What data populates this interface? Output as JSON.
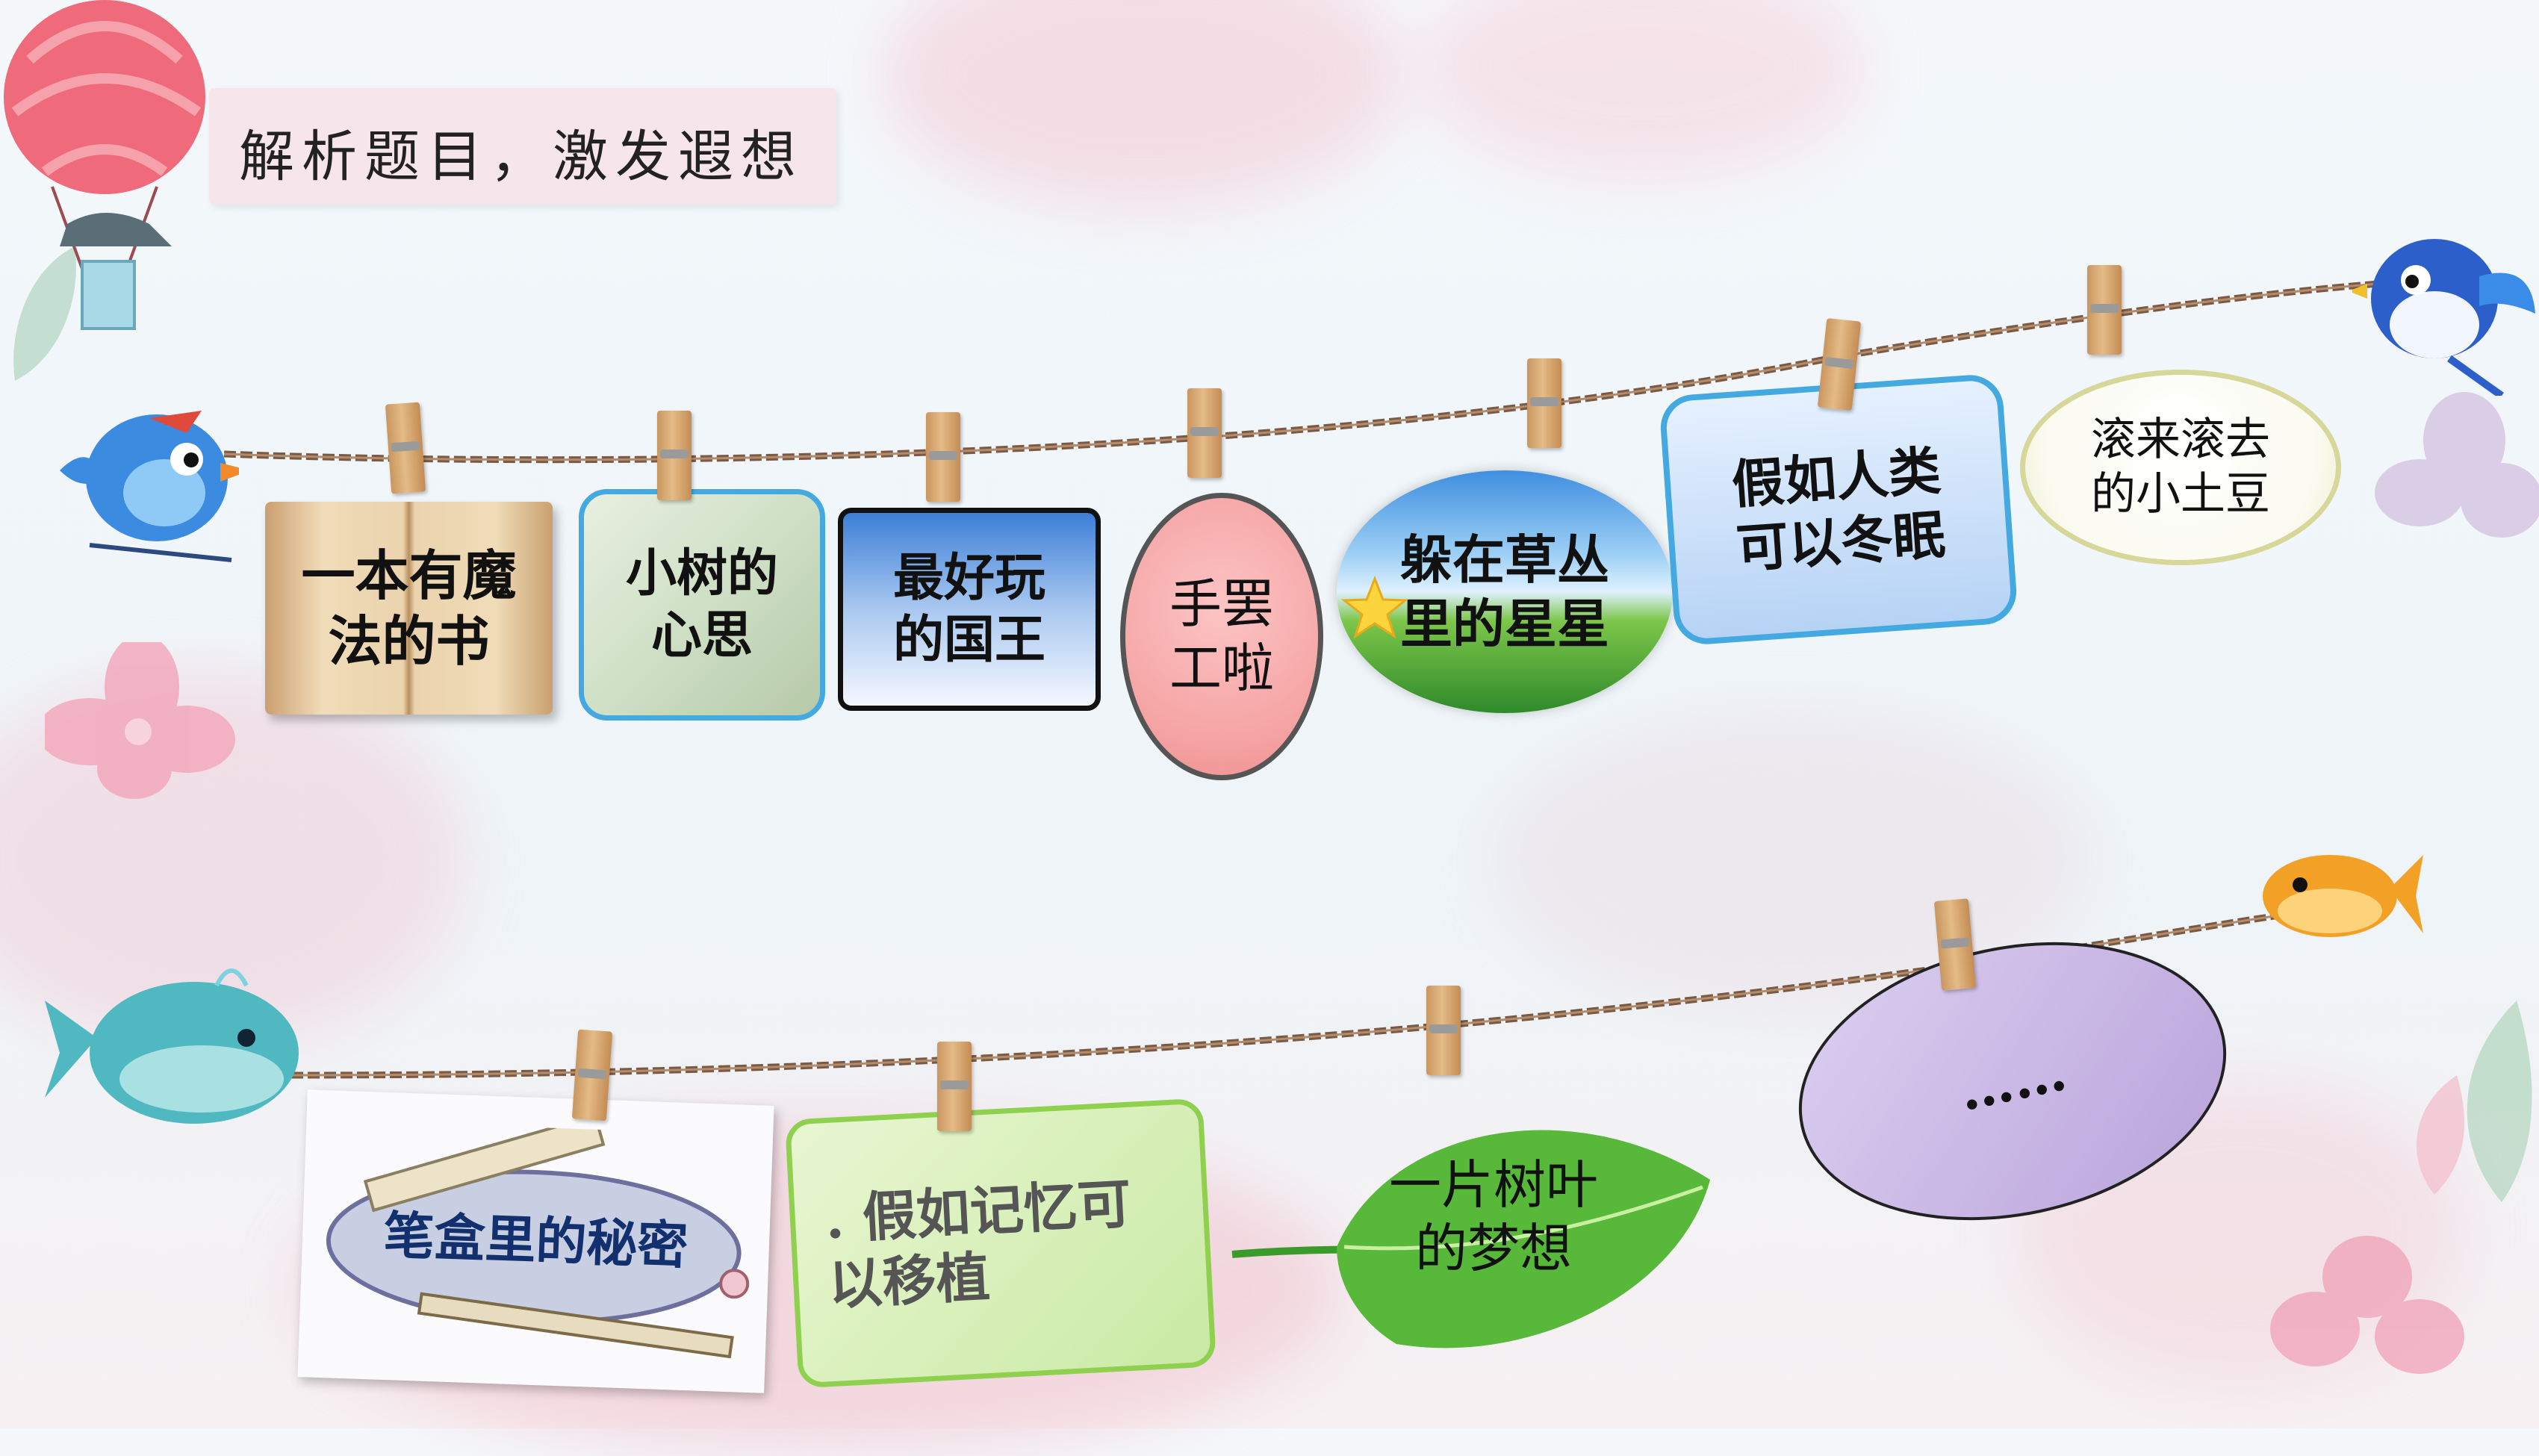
{
  "title": "解析题目，激发遐想",
  "cards_top": [
    "一本有魔\n法的书",
    "小树的\n心思",
    "最好玩\n的国王",
    "手罢\n工啦",
    "躲在草丛\n里的星星",
    "假如人类\n可以冬眠",
    "滚来滚去\n的小土豆"
  ],
  "cards_bottom": [
    "笔盒里的秘密",
    ". 假如记忆可\n以移植",
    "一片树叶\n的梦想",
    "……"
  ],
  "colors": {
    "rope": "#8a6a52",
    "clip": "#d9a870",
    "title_bg": "#f6e2e8",
    "card_blue_border": "#4aa8e0",
    "card_green_border": "#8fd14f",
    "card_purple": "#c8b4e0"
  },
  "decorations": [
    "hot-air-balloon-icon",
    "bird-icon",
    "whale-icon",
    "fish-icon",
    "flower-icon",
    "leaf-icon"
  ]
}
